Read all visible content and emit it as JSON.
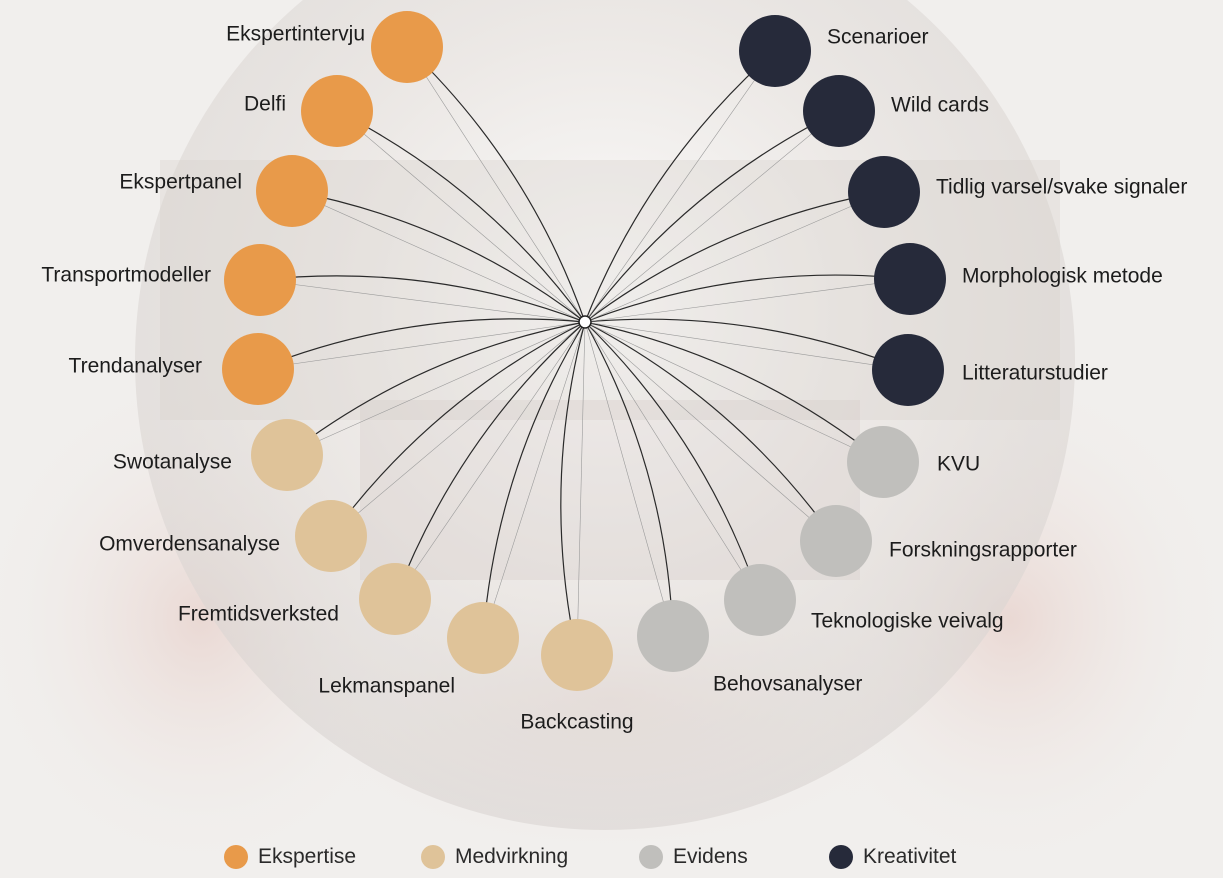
{
  "hub": {
    "label": ""
  },
  "categories": [
    {
      "id": "ekspertise",
      "label": "Ekspertise",
      "color": "#e89a4a"
    },
    {
      "id": "medvirkning",
      "label": "Medvirkning",
      "color": "#dfc399"
    },
    {
      "id": "evidens",
      "label": "Evidens",
      "color": "#c0bfbc"
    },
    {
      "id": "kreativitet",
      "label": "Kreativitet",
      "color": "#262a3a"
    }
  ],
  "nodes": [
    {
      "label": "Ekspertintervju",
      "category": "ekspertise"
    },
    {
      "label": "Delfi",
      "category": "ekspertise"
    },
    {
      "label": "Ekspertpanel",
      "category": "ekspertise"
    },
    {
      "label": "Transportmodeller",
      "category": "ekspertise"
    },
    {
      "label": "Trendanalyser",
      "category": "ekspertise"
    },
    {
      "label": "Swotanalyse",
      "category": "medvirkning"
    },
    {
      "label": "Omverdensanalyse",
      "category": "medvirkning"
    },
    {
      "label": "Fremtidsverksted",
      "category": "medvirkning"
    },
    {
      "label": "Lekmanspanel",
      "category": "medvirkning"
    },
    {
      "label": "Backcasting",
      "category": "medvirkning"
    },
    {
      "label": "Behovsanalyser",
      "category": "evidens"
    },
    {
      "label": "Teknologiske veivalg",
      "category": "evidens"
    },
    {
      "label": "Forskningsrapporter",
      "category": "evidens"
    },
    {
      "label": "KVU",
      "category": "evidens"
    },
    {
      "label": "Litteraturstudier",
      "category": "kreativitet"
    },
    {
      "label": "Morphologisk metode",
      "category": "kreativitet"
    },
    {
      "label": "Tidlig varsel/svake signaler",
      "category": "kreativitet"
    },
    {
      "label": "Wild cards",
      "category": "kreativitet"
    },
    {
      "label": "Scenarioer",
      "category": "kreativitet"
    }
  ]
}
